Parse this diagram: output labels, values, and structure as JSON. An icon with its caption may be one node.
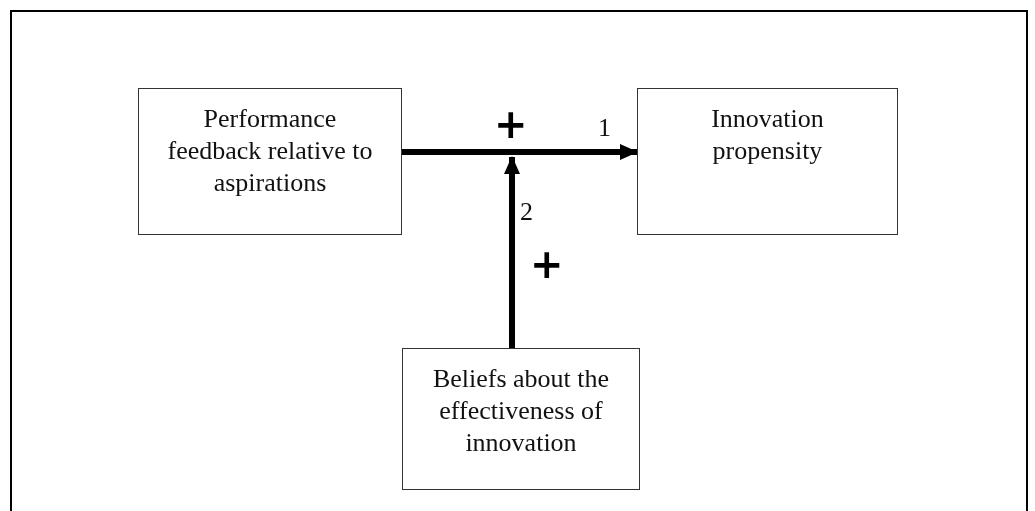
{
  "diagram": {
    "nodes": [
      {
        "text": [
          "Performance feedback relative to aspirations"
        ]
      },
      {
        "text": [
          "Innovation propensity"
        ]
      },
      {
        "text": [
          "Beliefs about the effectiveness of innovation"
        ]
      }
    ],
    "edges": [
      {
        "from": 0,
        "to": 1,
        "arrow": "to",
        "label": "1"
      },
      {
        "from": 2,
        "to": null,
        "arrow": "to",
        "label": "2"
      }
    ],
    "labels": [
      "+",
      "+"
    ]
  }
}
